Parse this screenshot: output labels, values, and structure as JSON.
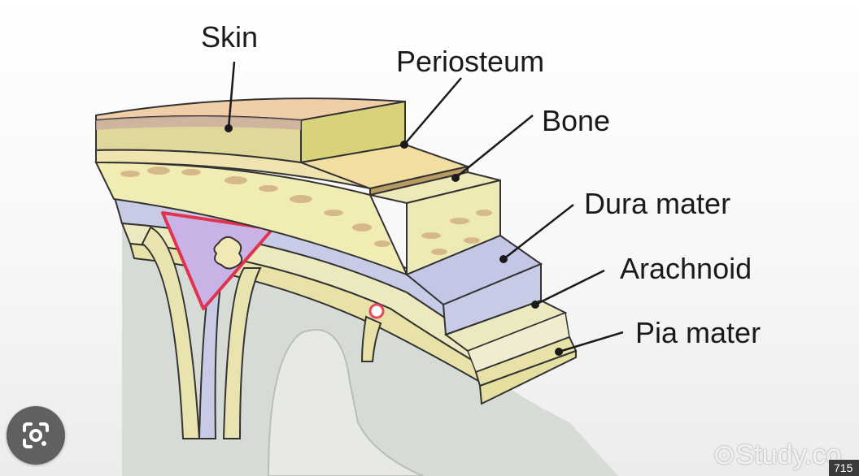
{
  "labels": {
    "skin": "Skin",
    "periosteum": "Periosteum",
    "bone": "Bone",
    "dura_mater": "Dura mater",
    "arachnoid": "Arachnoid",
    "pia_mater": "Pia mater"
  },
  "watermark": "Study.co",
  "dimension_badge": "715",
  "icons": {
    "lens_button": "google-lens-icon",
    "watermark_logo": "play-circle-icon"
  },
  "colors": {
    "skin": "#f0cfa8",
    "periosteum": "#f2dea0",
    "bone": "#f1ecb4",
    "bone_spots": "#d6b98a",
    "dura_mater": "#c8cbe6",
    "arachnoid": "#ece9bf",
    "pia_mater": "#e8e2a8",
    "brain": "#d7dbd6",
    "sinus": "#c9b3e6",
    "sinus_border": "#e0334f",
    "vessel": "#e24b5c"
  }
}
